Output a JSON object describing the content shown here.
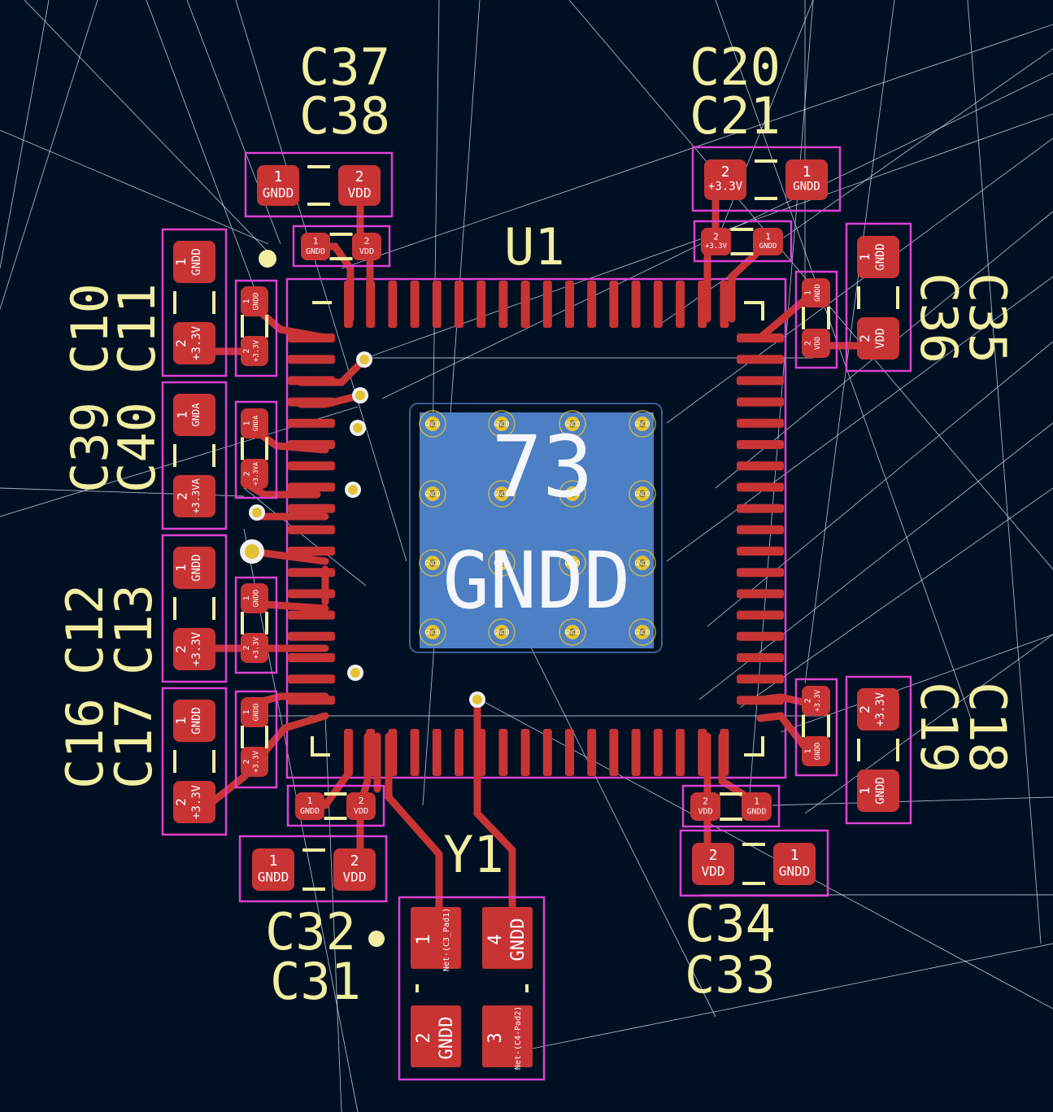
{
  "colors": {
    "background": "#001023",
    "copper": "#c83434",
    "silkscreen": "#f2eda1",
    "courtyard": "#e040d0",
    "zone": "#4d7fc4",
    "via": "#e4c232",
    "ratsnest": "#dfe6ee"
  },
  "labels": {
    "c37": "C37",
    "c38": "C38",
    "c20": "C20",
    "c21": "C21",
    "u1": "U1",
    "c10": "C10",
    "c11": "C11",
    "c39": "C39",
    "c40": "C40",
    "c12": "C12",
    "c13": "C13",
    "c16": "C16",
    "c17": "C17",
    "c36": "C36",
    "c35": "C35",
    "c19": "C19",
    "c18": "C18",
    "c32": "C32",
    "c31": "C31",
    "c34": "C34",
    "c33": "C33",
    "y1": "Y1"
  },
  "zone": {
    "pad_number": "73",
    "net": "GNDD",
    "small_net": "GNDD"
  },
  "nets": {
    "gndd": "GNDD",
    "vdd": "VDD",
    "p33": "+3.3V",
    "gnda": "GNDA",
    "p33a": "+3.3VA",
    "xo_pad1": "Net-(C3_Pad1)",
    "xo_pad2": "Net-(C4-Pad2)"
  },
  "pins": {
    "p1": "1",
    "p2": "2",
    "p3": "3",
    "p4": "4"
  }
}
